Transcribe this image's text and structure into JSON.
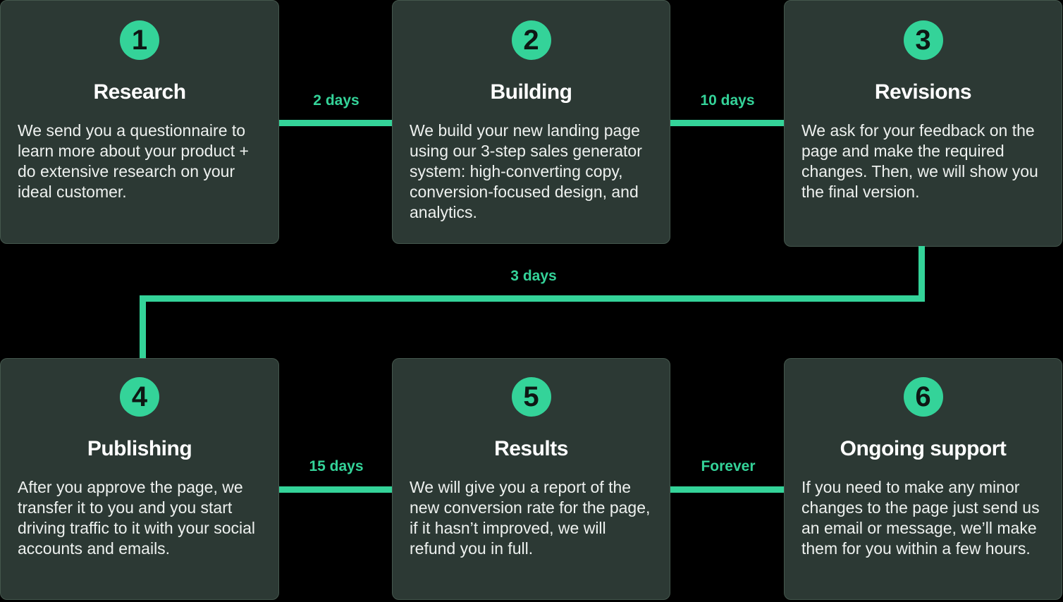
{
  "colors": {
    "accent": "#34d399",
    "card_background": "#2c3934",
    "card_border": "#44574d",
    "page_background": "#000000",
    "number_color": "#0e1714",
    "title_color": "#ffffff",
    "body_color": "#eef1ef"
  },
  "steps": [
    {
      "number": "1",
      "title": "Research",
      "description": "We send you a questionnaire to learn more about your product + do extensive research on your ideal customer."
    },
    {
      "number": "2",
      "title": "Building",
      "description": "We build your new landing page using our 3-step sales generator system: high-converting copy, conversion-focused design, and analytics."
    },
    {
      "number": "3",
      "title": "Revisions",
      "description": "We ask for your feedback on the page and make the required changes. Then, we will show you the final version."
    },
    {
      "number": "4",
      "title": "Publishing",
      "description": "After you approve the page, we transfer it to you and you start driving traffic to it with your social accounts and emails."
    },
    {
      "number": "5",
      "title": "Results",
      "description": "We will give you a report of the new conversion rate for the page, if it hasn’t improved, we will refund you in full."
    },
    {
      "number": "6",
      "title": "Ongoing support",
      "description": "If you need to make any minor changes to the page just send us an email or message, we’ll make them for you within a few hours."
    }
  ],
  "connectors": {
    "step1_to_step2": "2 days",
    "step2_to_step3": "10 days",
    "step3_to_step4": "3 days",
    "step4_to_step5": "15 days",
    "step5_to_step6": "Forever"
  }
}
